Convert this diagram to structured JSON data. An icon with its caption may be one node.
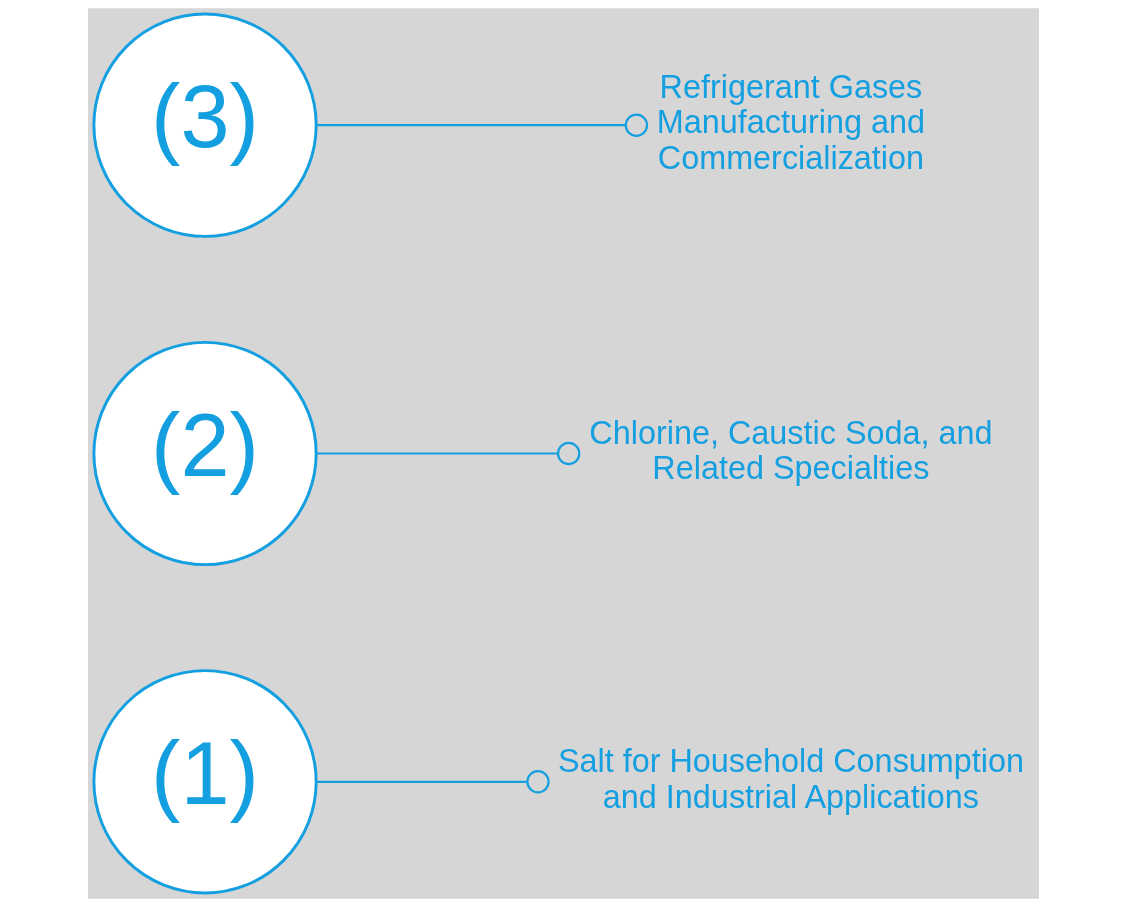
{
  "diagram": {
    "nodes": [
      {
        "text": [
          "(1)"
        ]
      },
      {
        "text": [
          "Salt for Household Consumption and Industrial Applications"
        ]
      },
      {
        "text": [
          "(2)"
        ]
      },
      {
        "text": [
          "Chlorine, Caustic Soda, and Related Specialties"
        ]
      },
      {
        "text": [
          "(3)"
        ]
      },
      {
        "text": [
          "Refrigerant Gases Manufacturing and Commercialization"
        ]
      }
    ],
    "edges": [
      {
        "from": 0,
        "to": 1,
        "arrow": "other"
      },
      {
        "from": 2,
        "to": 3,
        "arrow": "other"
      },
      {
        "from": 4,
        "to": 5,
        "arrow": "other"
      }
    ]
  }
}
